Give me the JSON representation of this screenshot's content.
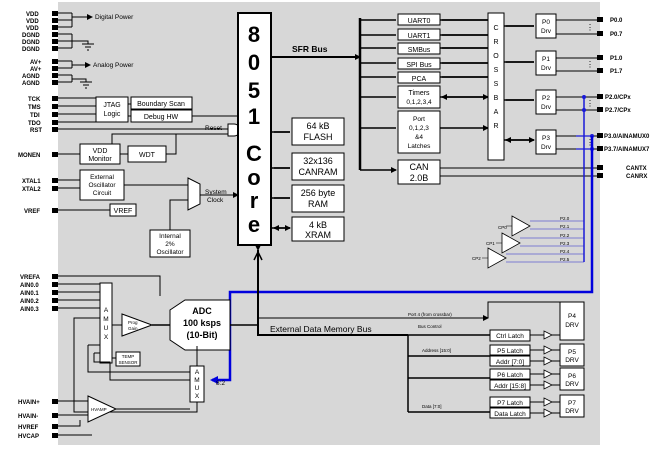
{
  "power": {
    "digital_pins": [
      "VDD",
      "VDD",
      "VDD",
      "DGND",
      "DGND",
      "DGND"
    ],
    "digital_label": "Digital Power",
    "analog_pins": [
      "AV+",
      "AV+",
      "AGND",
      "AGND"
    ],
    "analog_label": "Analog Power"
  },
  "left_pins": {
    "jtag": [
      "TCK",
      "TMS",
      "TDI",
      "TDO"
    ],
    "rst": "RST",
    "monen": "MONEN",
    "xtal": [
      "XTAL1",
      "XTAL2"
    ],
    "vref": "VREF",
    "analog_in": [
      "VREFA",
      "AIN0.0",
      "AIN0.1",
      "AIN0.2",
      "AIN0.3"
    ],
    "hv_in": [
      "HVAIN+",
      "HVAIN-",
      "HVREF",
      "HVCAP"
    ]
  },
  "blocks": {
    "jtag": [
      "JTAG",
      "Logic"
    ],
    "boundary_scan": "Boundary Scan",
    "debug_hw": "Debug HW",
    "reset": "Reset",
    "vdd_monitor": [
      "VDD",
      "Monitor"
    ],
    "wdt": "WDT",
    "ext_osc": [
      "External",
      "Oscillator",
      "Circuit"
    ],
    "vref_box": "VREF",
    "system_clock": [
      "System",
      "Clock"
    ],
    "int_osc": [
      "Internal",
      "2%",
      "Oscillator"
    ],
    "core_chars": [
      "8",
      "0",
      "5",
      "1",
      "C",
      "o",
      "r",
      "e"
    ],
    "flash": [
      "64 kB",
      "FLASH"
    ],
    "canram": [
      "32x136",
      "CANRAM"
    ],
    "ram": [
      "256 byte",
      "RAM"
    ],
    "xram": [
      "4 kB",
      "XRAM"
    ],
    "sfr_bus": "SFR Bus",
    "peripherals": [
      "UART0",
      "UART1",
      "SMBus",
      "SPI Bus",
      "PCA"
    ],
    "timers": [
      "Timers",
      "0,1,2,3,4"
    ],
    "port_latches": [
      "Port",
      "0,1,2,3",
      "&4",
      "Latches"
    ],
    "can": [
      "CAN",
      "2.0B"
    ],
    "crossbar": [
      "C",
      "R",
      "O",
      "S",
      "S",
      "B",
      "A",
      "R"
    ],
    "amux_upper": [
      "A",
      "M",
      "U",
      "X"
    ],
    "pga": [
      "Prog",
      "Gain"
    ],
    "temp_sensor": [
      "TEMP",
      "SENSOR"
    ],
    "adc": [
      "ADC",
      "100 ksps",
      "(10-Bit)"
    ],
    "amux_lower": [
      "A",
      "M",
      "U",
      "X"
    ],
    "bus_width": "8:2",
    "hvamp": "HVAMP",
    "ext_mem_bus": "External Data Memory Bus",
    "port4_note": "Port 4 (from crossbar)",
    "bus_control": "Bus Control",
    "address": "Address [15:0]",
    "data": "Data [7:0]",
    "latches": [
      "Ctrl Latch",
      "P5 Latch",
      "Addr [7:0]",
      "P6 Latch",
      "Addr [15:8]",
      "P7 Latch",
      "Data Latch"
    ]
  },
  "port_drivers": [
    {
      "name": "P0",
      "drv": "Drv",
      "pins": [
        "P0.0",
        "P0.7"
      ]
    },
    {
      "name": "P1",
      "drv": "Drv",
      "pins": [
        "P1.0",
        "P1.7"
      ]
    },
    {
      "name": "P2",
      "drv": "Drv",
      "pins": [
        "P2.0/CPx",
        "P2.7/CPx"
      ]
    },
    {
      "name": "P3",
      "drv": "Drv",
      "pins": [
        "P3.0/AINAMUX0",
        "P3.7/AINAMUX7"
      ]
    }
  ],
  "can_pins": [
    "CANTX",
    "CANRX"
  ],
  "comparators": {
    "labels": [
      "CP0",
      "CP1",
      "CP2"
    ],
    "inputs": [
      "P2.0",
      "P2.1",
      "P2.2",
      "P2.3",
      "P2.4",
      "P2.5"
    ]
  },
  "lower_ports": [
    {
      "name": "P4",
      "drv": "DRV"
    },
    {
      "name": "P5",
      "drv": "DRV"
    },
    {
      "name": "P6",
      "drv": "DRV"
    },
    {
      "name": "P7",
      "drv": "DRV"
    }
  ],
  "colors": {
    "background": "#d7d7d7",
    "analog_bus": "#0000dd",
    "comparator_bus": "#2222cc"
  }
}
